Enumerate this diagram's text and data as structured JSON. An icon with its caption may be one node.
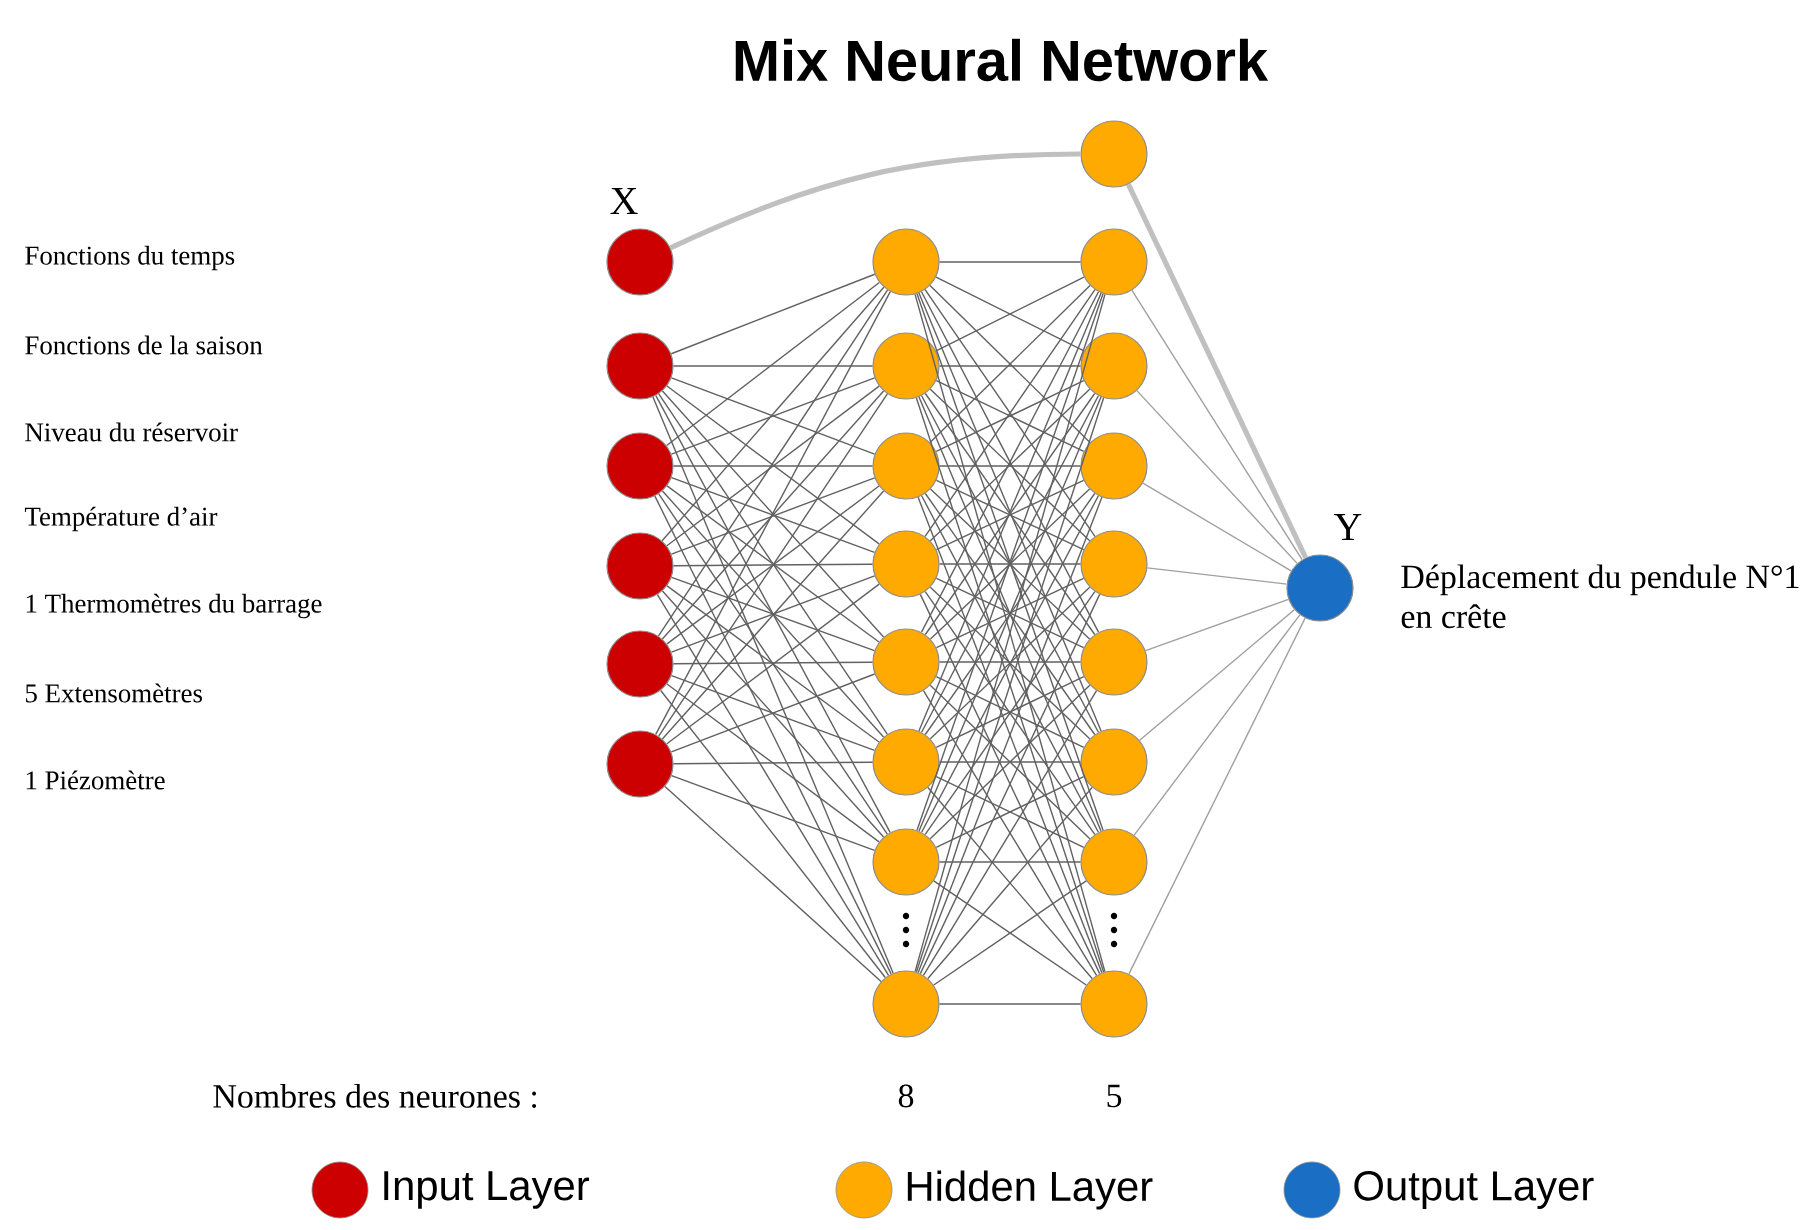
{
  "diagram": {
    "title": "Mix Neural Network",
    "nodes": [
      {
        "text": [],
        "shape": "circle",
        "beside": [
          "X"
        ]
      },
      {
        "text": [],
        "shape": "circle"
      },
      {
        "text": [],
        "shape": "circle"
      },
      {
        "text": [],
        "shape": "circle"
      },
      {
        "text": [],
        "shape": "circle"
      },
      {
        "text": [],
        "shape": "circle"
      },
      {
        "text": [],
        "shape": "circle"
      },
      {
        "text": [],
        "shape": "circle"
      },
      {
        "text": [],
        "shape": "circle"
      },
      {
        "text": [],
        "shape": "circle"
      },
      {
        "text": [],
        "shape": "circle"
      },
      {
        "text": [],
        "shape": "circle"
      },
      {
        "text": [],
        "shape": "circle"
      },
      {
        "text": [],
        "shape": "circle"
      },
      {
        "text": [],
        "shape": "circle"
      },
      {
        "text": [],
        "shape": "circle"
      },
      {
        "text": [],
        "shape": "circle"
      },
      {
        "text": [],
        "shape": "circle"
      },
      {
        "text": [],
        "shape": "circle"
      },
      {
        "text": [],
        "shape": "circle"
      },
      {
        "text": [],
        "shape": "circle"
      },
      {
        "text": [],
        "shape": "circle"
      },
      {
        "text": [],
        "shape": "circle"
      },
      {
        "text": [],
        "shape": "circle",
        "beside": [
          "Y",
          "Déplacement du pendule N°1 en crête"
        ]
      }
    ],
    "edges": [
      {
        "from": 0,
        "to": 14,
        "arrow": "none",
        "style": "thick",
        "color": "#c0c0c0"
      },
      {
        "from": 14,
        "to": 23,
        "arrow": "none",
        "style": "thick",
        "color": "#c0c0c0"
      },
      {
        "from": 1,
        "to": 6,
        "arrow": "none"
      },
      {
        "from": 1,
        "to": 7,
        "arrow": "none"
      },
      {
        "from": 1,
        "to": 8,
        "arrow": "none"
      },
      {
        "from": 1,
        "to": 9,
        "arrow": "none"
      },
      {
        "from": 1,
        "to": 10,
        "arrow": "none"
      },
      {
        "from": 1,
        "to": 11,
        "arrow": "none"
      },
      {
        "from": 1,
        "to": 12,
        "arrow": "none"
      },
      {
        "from": 1,
        "to": 13,
        "arrow": "none"
      },
      {
        "from": 2,
        "to": 6,
        "arrow": "none"
      },
      {
        "from": 2,
        "to": 7,
        "arrow": "none"
      },
      {
        "from": 2,
        "to": 8,
        "arrow": "none"
      },
      {
        "from": 2,
        "to": 9,
        "arrow": "none"
      },
      {
        "from": 2,
        "to": 10,
        "arrow": "none"
      },
      {
        "from": 2,
        "to": 11,
        "arrow": "none"
      },
      {
        "from": 2,
        "to": 12,
        "arrow": "none"
      },
      {
        "from": 2,
        "to": 13,
        "arrow": "none"
      },
      {
        "from": 3,
        "to": 6,
        "arrow": "none"
      },
      {
        "from": 3,
        "to": 7,
        "arrow": "none"
      },
      {
        "from": 3,
        "to": 8,
        "arrow": "none"
      },
      {
        "from": 3,
        "to": 9,
        "arrow": "none"
      },
      {
        "from": 3,
        "to": 10,
        "arrow": "none"
      },
      {
        "from": 3,
        "to": 11,
        "arrow": "none"
      },
      {
        "from": 3,
        "to": 12,
        "arrow": "none"
      },
      {
        "from": 3,
        "to": 13,
        "arrow": "none"
      },
      {
        "from": 4,
        "to": 6,
        "arrow": "none"
      },
      {
        "from": 4,
        "to": 7,
        "arrow": "none"
      },
      {
        "from": 4,
        "to": 8,
        "arrow": "none"
      },
      {
        "from": 4,
        "to": 9,
        "arrow": "none"
      },
      {
        "from": 4,
        "to": 10,
        "arrow": "none"
      },
      {
        "from": 4,
        "to": 11,
        "arrow": "none"
      },
      {
        "from": 4,
        "to": 12,
        "arrow": "none"
      },
      {
        "from": 4,
        "to": 13,
        "arrow": "none"
      },
      {
        "from": 5,
        "to": 6,
        "arrow": "none"
      },
      {
        "from": 5,
        "to": 7,
        "arrow": "none"
      },
      {
        "from": 5,
        "to": 8,
        "arrow": "none"
      },
      {
        "from": 5,
        "to": 9,
        "arrow": "none"
      },
      {
        "from": 5,
        "to": 10,
        "arrow": "none"
      },
      {
        "from": 5,
        "to": 11,
        "arrow": "none"
      },
      {
        "from": 5,
        "to": 12,
        "arrow": "none"
      },
      {
        "from": 5,
        "to": 13,
        "arrow": "none"
      },
      {
        "from": 6,
        "to": 15,
        "arrow": "none"
      },
      {
        "from": 6,
        "to": 16,
        "arrow": "none"
      },
      {
        "from": 6,
        "to": 17,
        "arrow": "none"
      },
      {
        "from": 6,
        "to": 18,
        "arrow": "none"
      },
      {
        "from": 6,
        "to": 19,
        "arrow": "none"
      },
      {
        "from": 6,
        "to": 20,
        "arrow": "none"
      },
      {
        "from": 6,
        "to": 21,
        "arrow": "none"
      },
      {
        "from": 6,
        "to": 22,
        "arrow": "none"
      },
      {
        "from": 7,
        "to": 15,
        "arrow": "none"
      },
      {
        "from": 7,
        "to": 16,
        "arrow": "none"
      },
      {
        "from": 7,
        "to": 17,
        "arrow": "none"
      },
      {
        "from": 7,
        "to": 18,
        "arrow": "none"
      },
      {
        "from": 7,
        "to": 19,
        "arrow": "none"
      },
      {
        "from": 7,
        "to": 20,
        "arrow": "none"
      },
      {
        "from": 7,
        "to": 21,
        "arrow": "none"
      },
      {
        "from": 7,
        "to": 22,
        "arrow": "none"
      },
      {
        "from": 8,
        "to": 15,
        "arrow": "none"
      },
      {
        "from": 8,
        "to": 16,
        "arrow": "none"
      },
      {
        "from": 8,
        "to": 17,
        "arrow": "none"
      },
      {
        "from": 8,
        "to": 18,
        "arrow": "none"
      },
      {
        "from": 8,
        "to": 19,
        "arrow": "none"
      },
      {
        "from": 8,
        "to": 20,
        "arrow": "none"
      },
      {
        "from": 8,
        "to": 21,
        "arrow": "none"
      },
      {
        "from": 8,
        "to": 22,
        "arrow": "none"
      },
      {
        "from": 9,
        "to": 15,
        "arrow": "none"
      },
      {
        "from": 9,
        "to": 16,
        "arrow": "none"
      },
      {
        "from": 9,
        "to": 17,
        "arrow": "none"
      },
      {
        "from": 9,
        "to": 18,
        "arrow": "none"
      },
      {
        "from": 9,
        "to": 19,
        "arrow": "none"
      },
      {
        "from": 9,
        "to": 20,
        "arrow": "none"
      },
      {
        "from": 9,
        "to": 21,
        "arrow": "none"
      },
      {
        "from": 9,
        "to": 22,
        "arrow": "none"
      },
      {
        "from": 10,
        "to": 15,
        "arrow": "none"
      },
      {
        "from": 10,
        "to": 16,
        "arrow": "none"
      },
      {
        "from": 10,
        "to": 17,
        "arrow": "none"
      },
      {
        "from": 10,
        "to": 18,
        "arrow": "none"
      },
      {
        "from": 10,
        "to": 19,
        "arrow": "none"
      },
      {
        "from": 10,
        "to": 20,
        "arrow": "none"
      },
      {
        "from": 10,
        "to": 21,
        "arrow": "none"
      },
      {
        "from": 10,
        "to": 22,
        "arrow": "none"
      },
      {
        "from": 11,
        "to": 15,
        "arrow": "none"
      },
      {
        "from": 11,
        "to": 16,
        "arrow": "none"
      },
      {
        "from": 11,
        "to": 17,
        "arrow": "none"
      },
      {
        "from": 11,
        "to": 18,
        "arrow": "none"
      },
      {
        "from": 11,
        "to": 19,
        "arrow": "none"
      },
      {
        "from": 11,
        "to": 20,
        "arrow": "none"
      },
      {
        "from": 11,
        "to": 21,
        "arrow": "none"
      },
      {
        "from": 11,
        "to": 22,
        "arrow": "none"
      },
      {
        "from": 12,
        "to": 15,
        "arrow": "none"
      },
      {
        "from": 12,
        "to": 16,
        "arrow": "none"
      },
      {
        "from": 12,
        "to": 17,
        "arrow": "none"
      },
      {
        "from": 12,
        "to": 18,
        "arrow": "none"
      },
      {
        "from": 12,
        "to": 19,
        "arrow": "none"
      },
      {
        "from": 12,
        "to": 20,
        "arrow": "none"
      },
      {
        "from": 12,
        "to": 21,
        "arrow": "none"
      },
      {
        "from": 12,
        "to": 22,
        "arrow": "none"
      },
      {
        "from": 13,
        "to": 15,
        "arrow": "none"
      },
      {
        "from": 13,
        "to": 16,
        "arrow": "none"
      },
      {
        "from": 13,
        "to": 17,
        "arrow": "none"
      },
      {
        "from": 13,
        "to": 18,
        "arrow": "none"
      },
      {
        "from": 13,
        "to": 19,
        "arrow": "none"
      },
      {
        "from": 13,
        "to": 20,
        "arrow": "none"
      },
      {
        "from": 13,
        "to": 21,
        "arrow": "none"
      },
      {
        "from": 13,
        "to": 22,
        "arrow": "none"
      },
      {
        "from": 15,
        "to": 23,
        "arrow": "none",
        "color": "#a0a0a0"
      },
      {
        "from": 16,
        "to": 23,
        "arrow": "none",
        "color": "#a0a0a0"
      },
      {
        "from": 17,
        "to": 23,
        "arrow": "none",
        "color": "#a0a0a0"
      },
      {
        "from": 18,
        "to": 23,
        "arrow": "none",
        "color": "#a0a0a0"
      },
      {
        "from": 19,
        "to": 23,
        "arrow": "none",
        "color": "#a0a0a0"
      },
      {
        "from": 20,
        "to": 23,
        "arrow": "none",
        "color": "#a0a0a0"
      },
      {
        "from": 21,
        "to": 23,
        "arrow": "none",
        "color": "#a0a0a0"
      },
      {
        "from": 22,
        "to": 23,
        "arrow": "none",
        "color": "#a0a0a0"
      }
    ],
    "labels": [
      "Fonctions du temps",
      "Fonctions de la saison",
      "Niveau du réservoir",
      "Température d’air",
      "1 Thermomètres du barrage",
      "5 Extensomètres",
      "1 Piézomètre",
      "Nombres des neurones :",
      "8",
      "5"
    ],
    "legend": [
      {
        "text": "Input Layer",
        "color": "#cc0000"
      },
      {
        "text": "Hidden Layer",
        "color": "#ffaa00"
      },
      {
        "text": "Output Layer",
        "color": "#1a6fc4"
      }
    ]
  }
}
